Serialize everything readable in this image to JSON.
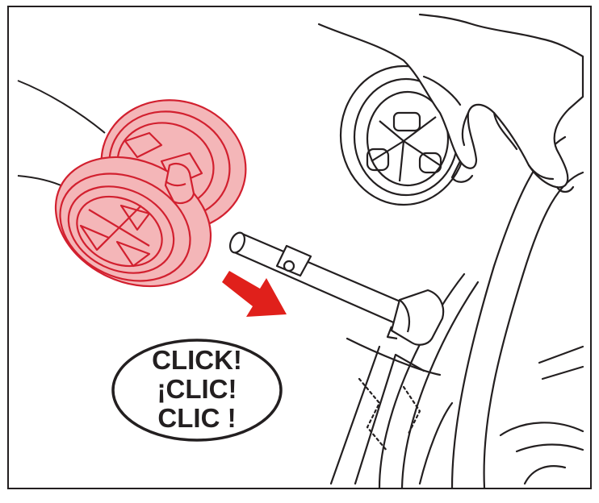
{
  "callout": {
    "lines": [
      "CLICK!",
      "¡CLIC!",
      "CLIC !"
    ]
  },
  "colors": {
    "line": "#231f20",
    "wheel_highlight_fill": "#f4b6b8",
    "wheel_highlight_stroke": "#d2202f",
    "arrow": "#e0201b",
    "background": "#ffffff"
  },
  "icons": {
    "direction_arrow": "arrow-right-down-icon",
    "wheel": "wheel-icon",
    "hand": "hand-icon"
  }
}
